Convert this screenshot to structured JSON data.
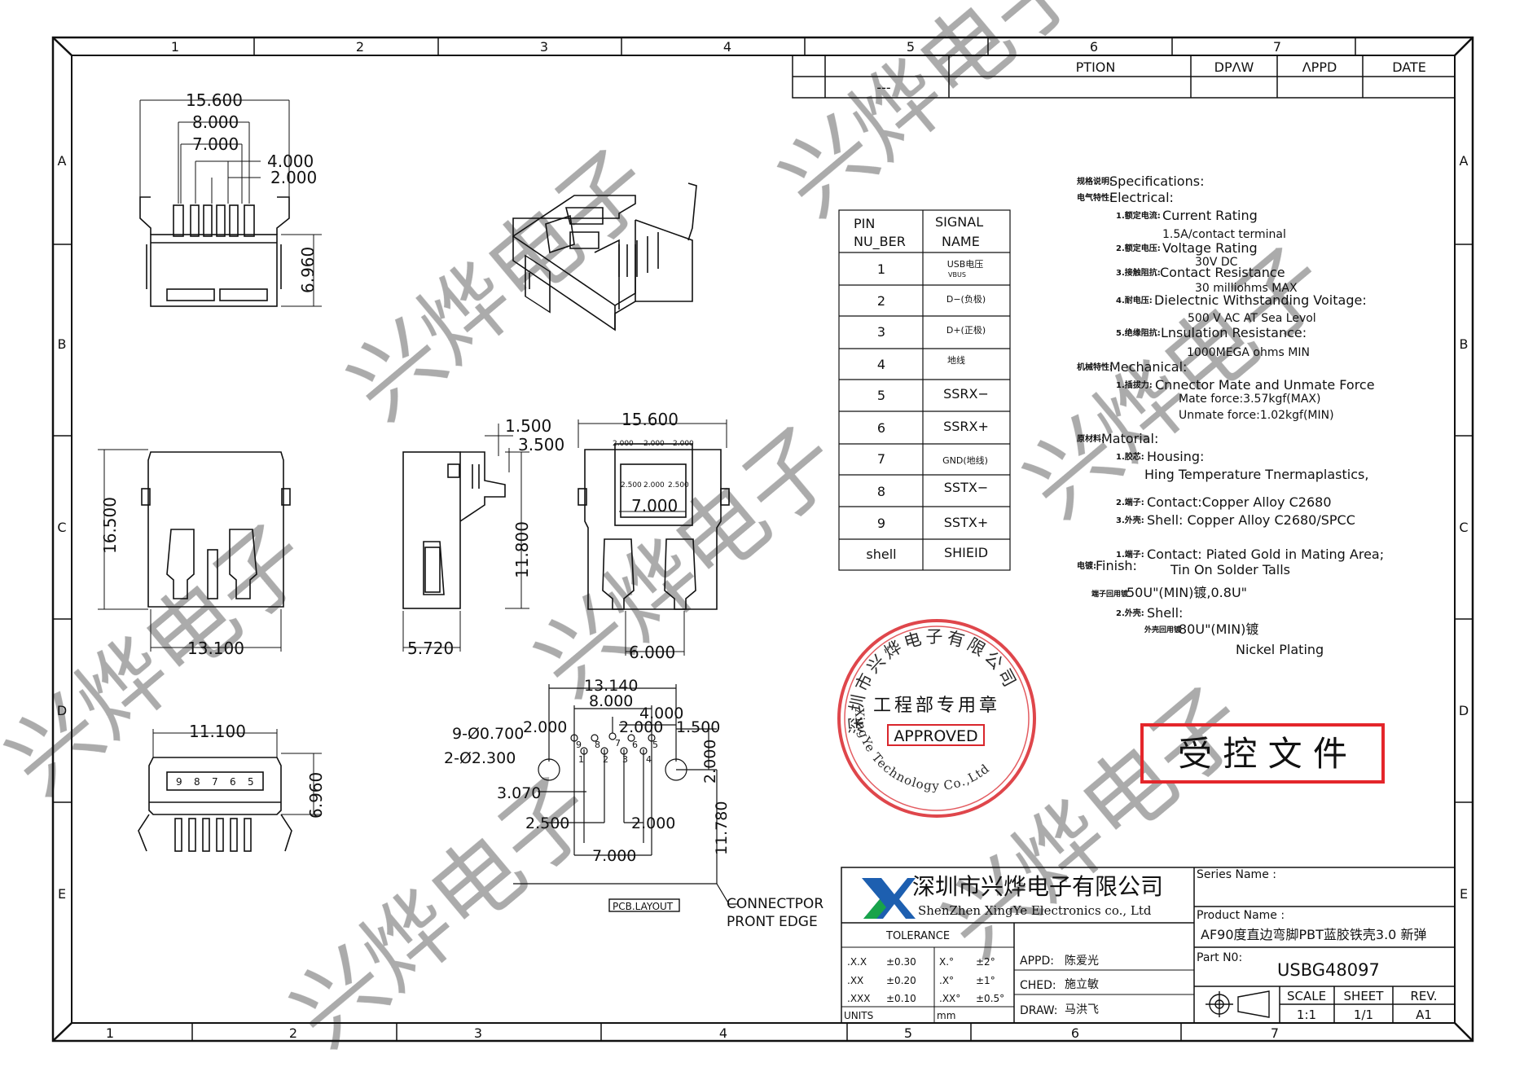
{
  "grid": {
    "cols_top": [
      "1",
      "2",
      "3",
      "4",
      "5",
      "6",
      "7"
    ],
    "cols_bottom": [
      "1",
      "2",
      "3",
      "4",
      "5",
      "6",
      "7"
    ],
    "rows": [
      "A",
      "B",
      "C",
      "D",
      "E"
    ]
  },
  "revision_table": {
    "headers": [
      "PTION",
      "DPΛW",
      "ΛPPD",
      "DATE"
    ],
    "row": [
      "---"
    ]
  },
  "pin_table": {
    "header_pin": "PIN",
    "header_pin2": "NU_BER",
    "header_signal": "SIGNAL",
    "header_signal2": "NAME",
    "rows": [
      {
        "pin": "1",
        "signal": "USB电压",
        "signal_sub": "VBUS"
      },
      {
        "pin": "2",
        "signal": "D−(负极)"
      },
      {
        "pin": "3",
        "signal": "D+(正极)"
      },
      {
        "pin": "4",
        "signal": "地线"
      },
      {
        "pin": "5",
        "signal": "SSRX−"
      },
      {
        "pin": "6",
        "signal": "SSRX+"
      },
      {
        "pin": "7",
        "signal": "GND(地线)"
      },
      {
        "pin": "8",
        "signal": "SSTX−"
      },
      {
        "pin": "9",
        "signal": "SSTX+"
      },
      {
        "pin": "shell",
        "signal": "SHIEID"
      }
    ]
  },
  "specs": {
    "title_cn": "规格说明:",
    "title": "Specifications:",
    "electrical_cn": "电气特性:",
    "electrical": "Electrical:",
    "e1_cn": "1.额定电流:",
    "e1": "Current  Rating",
    "e1v": "1.5A/contact  terminal",
    "e2_cn": "2.额定电压:",
    "e2": "Voltage  Rating",
    "e2v": "30V  DC",
    "e3_cn": "3.接触阻抗:",
    "e3": "Contact  Resistance",
    "e3v": "30  milliohms  MAX",
    "e4_cn": "4.耐电压:",
    "e4": "Dielectnic  Withstanding  Voitage:",
    "e4v": "500  V  AC  AT  Sea  Levol",
    "e5_cn": "5.绝缘阻抗:",
    "e5": "Lnsulation  Resistance:",
    "e5v": "1000MEGA  ohms  MIN",
    "mech_cn": "机械特性:",
    "mech": "Mechanical:",
    "m1_cn": "1.插拔力:",
    "m1": "Cnnector  Mate  and  Unmate  Force",
    "m1a": "Mate  force:3.57kgf(MAX)",
    "m1b": "Unmate  force:1.02kgf(MIN)",
    "mat_cn": "原材料:",
    "mat": "Matorial:",
    "h1_cn": "1.胶芯:",
    "h1": "Housing:",
    "h1v": "Hing  Temperature    Tnermaplastics,",
    "c2_cn": "2.端子:",
    "c2": "Contact:Copper  Alloy  C2680",
    "c3_cn": "3.外壳:",
    "c3": "Shell:  Copper  Alloy  C2680/SPCC",
    "fin_cn": "电镀:",
    "fin": "Finish:",
    "f1_cn": "1.端子:",
    "f1": "Contact:  Piated  Gold  in  Mating  Area;",
    "f1v": "Tin  On  Solder  Talls",
    "f1p_cn": "端子回用镀",
    "f1p": "50U\"(MIN)镀,0.8U\"",
    "f2_cn": "2.外壳:",
    "f2": "Shell:",
    "f2p_cn": "外壳回用镀",
    "f2p": "80U\"(MIN)镀",
    "f2v": "Nickel  Plating"
  },
  "dims": {
    "top_15600": "15.600",
    "top_8000": "8.000",
    "top_7000": "7.000",
    "top_4000": "4.000",
    "top_2000": "2.000",
    "top_6960": "6.960",
    "front_16500": "16.500",
    "front_13100": "13.100",
    "side_1500": "1.500",
    "side_3500": "3.500",
    "side_11800": "11.800",
    "side_5720": "5.720",
    "rear_15600": "15.600",
    "rear_2000a": "2.000",
    "rear_2000b": "2.000",
    "rear_2000c": "2.000",
    "rear_2500": "2.500",
    "rear_2000d": "2.000",
    "rear_2500b": "2.500",
    "rear_7000": "7.000",
    "rear_6000": "6.000",
    "bot_11100": "11.100",
    "bot_6960": "6.960",
    "pins_bottom": [
      "9",
      "8",
      "7",
      "6",
      "5"
    ],
    "pcb_13140": "13.140",
    "pcb_8000": "8.000",
    "pcb_4000": "4.000",
    "pcb_holes9": "9-Ø0.700",
    "pcb_holes2": "2-Ø2.300",
    "pcb_2000a": "2.000",
    "pcb_2000b": "2.000",
    "pcb_1500": "1.500",
    "pcb_2000v": "2.000",
    "pcb_3070": "3.070",
    "pcb_2500": "2.500",
    "pcb_2000c": "2.000",
    "pcb_7000": "7.000",
    "pcb_11780": "11.780",
    "pcb_label": "PCB.LAYOUT",
    "edge1": "CONNECTPOR",
    "edge2": "PRONT  EDGE",
    "pcb_top_nums": [
      "9",
      "8",
      "7",
      "6",
      "5"
    ],
    "pcb_bot_nums": [
      "1",
      "2",
      "3",
      "4"
    ]
  },
  "stamp": {
    "ring": "深圳市兴烨电子有限公司",
    "ring_en": "XingYe Technology Co.,Ltd",
    "dept": "工程部专用章",
    "approved": "APPROVED"
  },
  "controlled": "受 控 文 件",
  "title_block": {
    "company_cn": "深圳市兴烨电子有限公司",
    "company_en": "ShenZhen XingYe Electronics co., Ltd",
    "series_label": "Series Name :",
    "product_label": "Product Name :",
    "product_name": "AF90度直边弯脚PBT蓝胶铁壳3.0 新弹",
    "part_label": "Part N0:",
    "part_no": "USBG48097",
    "tolerance": "TOLERANCE",
    "tol_rows": [
      [
        ".X.X",
        "±0.30",
        "X.°",
        "±2°"
      ],
      [
        ".XX",
        "±0.20",
        ".X°",
        "±1°"
      ],
      [
        ".XXX",
        "±0.10",
        ".XX°",
        "±0.5°"
      ]
    ],
    "units_label": "UNITS",
    "units_val": "mm",
    "appd_label": "APPD:",
    "appd_name": "陈爱光",
    "ched_label": "CHED:",
    "ched_name": "施立敏",
    "draw_label": "DRAW:",
    "draw_name": "马洪飞",
    "scale_label": "SCALE",
    "scale_val": "1:1",
    "sheet_label": "SHEET",
    "sheet_val": "1/1",
    "rev_label": "REV.",
    "rev_val": "A1"
  },
  "watermark": "兴烨电子"
}
